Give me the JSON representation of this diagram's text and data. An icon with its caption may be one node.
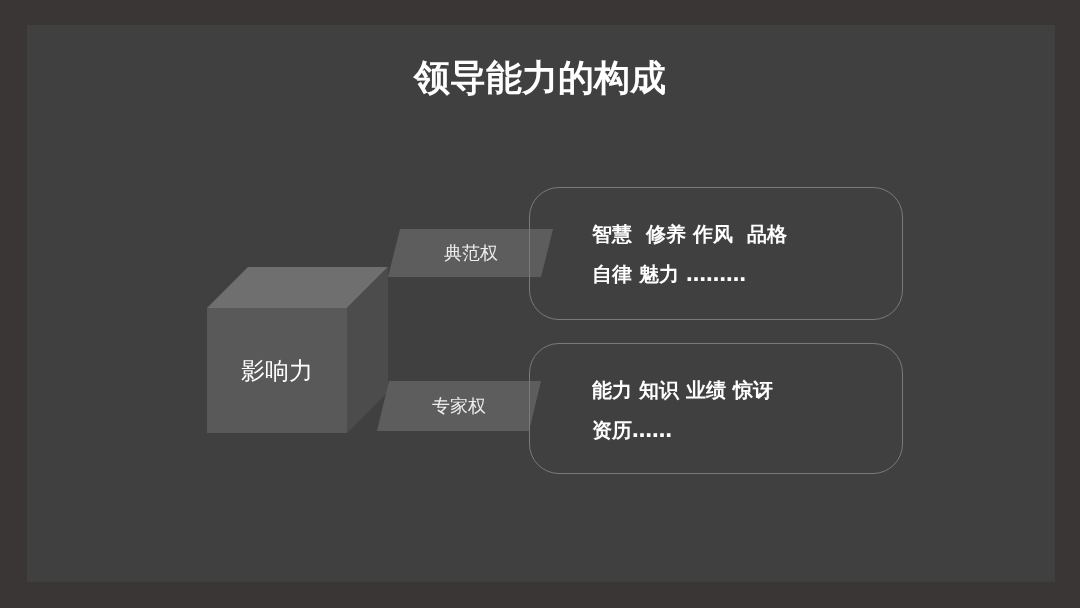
{
  "diagram": {
    "title": "领导能力的构成",
    "nodes": [
      {
        "text": [
          "影响力"
        ]
      },
      {
        "text": [
          "典范权"
        ]
      },
      {
        "text": [
          "智慧  修养 作风  品格自律 魅力 ………"
        ]
      },
      {
        "text": [
          "专家权"
        ]
      },
      {
        "text": [
          "能力 知识 业绩 惊讶资历……"
        ]
      }
    ]
  }
}
